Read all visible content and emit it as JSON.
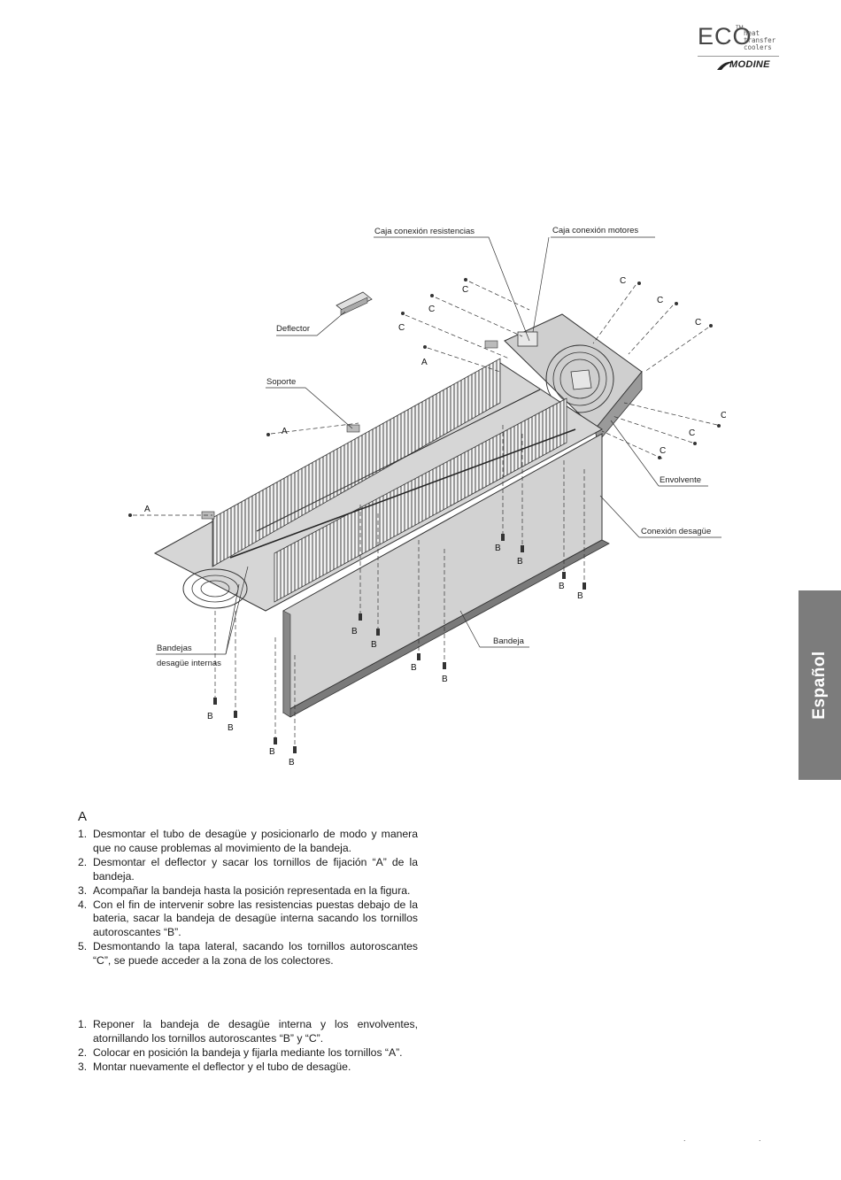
{
  "header": {
    "logo_eco": "ECO",
    "logo_tm": "TM",
    "logo_tagline_line1": "heat transfer",
    "logo_tagline_line2": "coolers",
    "logo_brand": "MODINE"
  },
  "side_tab": {
    "label": "Español"
  },
  "figure": {
    "labels": {
      "caja_resistencias": "Caja conexión resistencias",
      "caja_motores": "Caja conexión motores",
      "deflector": "Deflector",
      "soporte": "Soporte",
      "envolvente": "Envolvente",
      "conexion_desague": "Conexión desagüe",
      "bandeja": "Bandeja",
      "bandejas_line1": "Bandejas",
      "bandejas_line2": "desagüe internas"
    },
    "screw_letters": {
      "a": "A",
      "b": "B",
      "c": "C"
    }
  },
  "section_a": {
    "heading": "A",
    "steps": [
      {
        "num": "1.",
        "text": "Desmontar el tubo de desagüe y posicionarlo de modo y manera que no cause problemas al movimiento de la bandeja."
      },
      {
        "num": "2.",
        "text": "Desmontar el deflector y sacar los tornillos de fijación “A” de la bandeja."
      },
      {
        "num": "3.",
        "text": "Acompañar la bandeja hasta la posición representada en la figura."
      },
      {
        "num": "4.",
        "text": "Con el fin de intervenir sobre las resistencias puestas debajo de la bateria, sacar la bandeja de desagüe interna sacando los tornillos autoroscantes “B”."
      },
      {
        "num": "5.",
        "text": "Desmontando la tapa lateral, sacando los tornillos autoroscantes “C”, se puede acceder a la zona de los colectores."
      }
    ]
  },
  "section_b": {
    "steps": [
      {
        "num": "1.",
        "text": "Reponer la bandeja de desagüe interna y los envolventes, atornillando los tornillos autoroscantes “B” y “C”."
      },
      {
        "num": "2.",
        "text": "Colocar en posición la bandeja y fijarla mediante los tornillos “A”."
      },
      {
        "num": "3.",
        "text": "Montar nuevamente el deflector y el tubo de desagüe."
      }
    ]
  },
  "footer": {
    "marks": ". ."
  }
}
